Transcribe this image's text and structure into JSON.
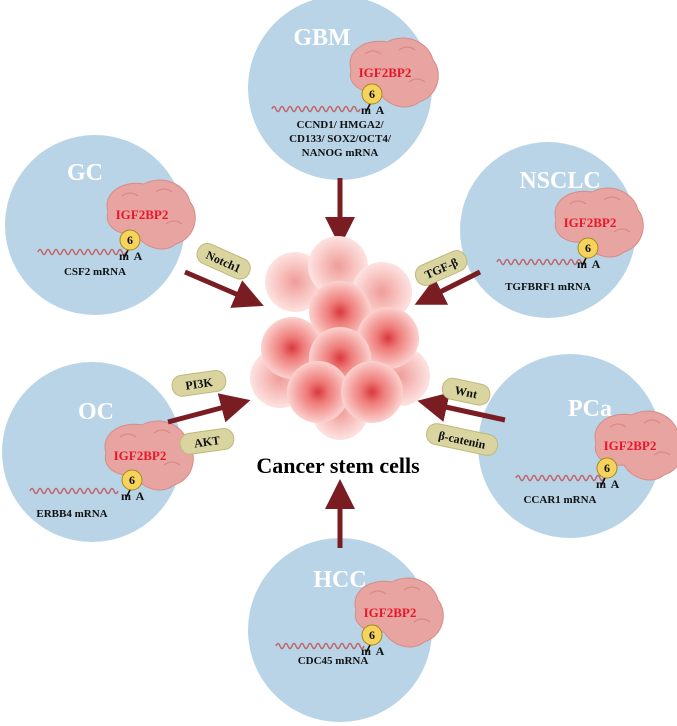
{
  "center": {
    "label": "Cancer stem cells"
  },
  "protein": "IGF2BP2",
  "m6a": {
    "m": "m",
    "six": "6",
    "a": "A"
  },
  "panels": [
    {
      "id": "gbm",
      "title": "GBM",
      "mrna_lines": [
        "CCND1/ HMGA2/",
        "CD133/ SOX2/OCT4/",
        "NANOG mRNA"
      ]
    },
    {
      "id": "gc",
      "title": "GC",
      "mrna_lines": [
        "CSF2 mRNA"
      ]
    },
    {
      "id": "nsclc",
      "title": "NSCLC",
      "mrna_lines": [
        "TGFBRF1 mRNA"
      ]
    },
    {
      "id": "oc",
      "title": "OC",
      "mrna_lines": [
        "ERBB4 mRNA"
      ]
    },
    {
      "id": "pca",
      "title": "PCa",
      "mrna_lines": [
        "CCAR1  mRNA"
      ]
    },
    {
      "id": "hcc",
      "title": "HCC",
      "mrna_lines": [
        "CDC45  mRNA"
      ]
    }
  ],
  "pathways": {
    "gc": [
      "Notch1"
    ],
    "nsclc": [
      "TGF-β"
    ],
    "oc": [
      "PI3K",
      "AKT"
    ],
    "pca": [
      "Wnt",
      "β-catenin"
    ]
  },
  "colors": {
    "circle": "#b8d4e6",
    "arrow": "#7a1d22",
    "protein": "#e8a4a0",
    "protein_label": "#e8162b",
    "m6a_ball": "#f6d35c",
    "mrna": "#c0676e",
    "pill": "#d9d4a0"
  }
}
